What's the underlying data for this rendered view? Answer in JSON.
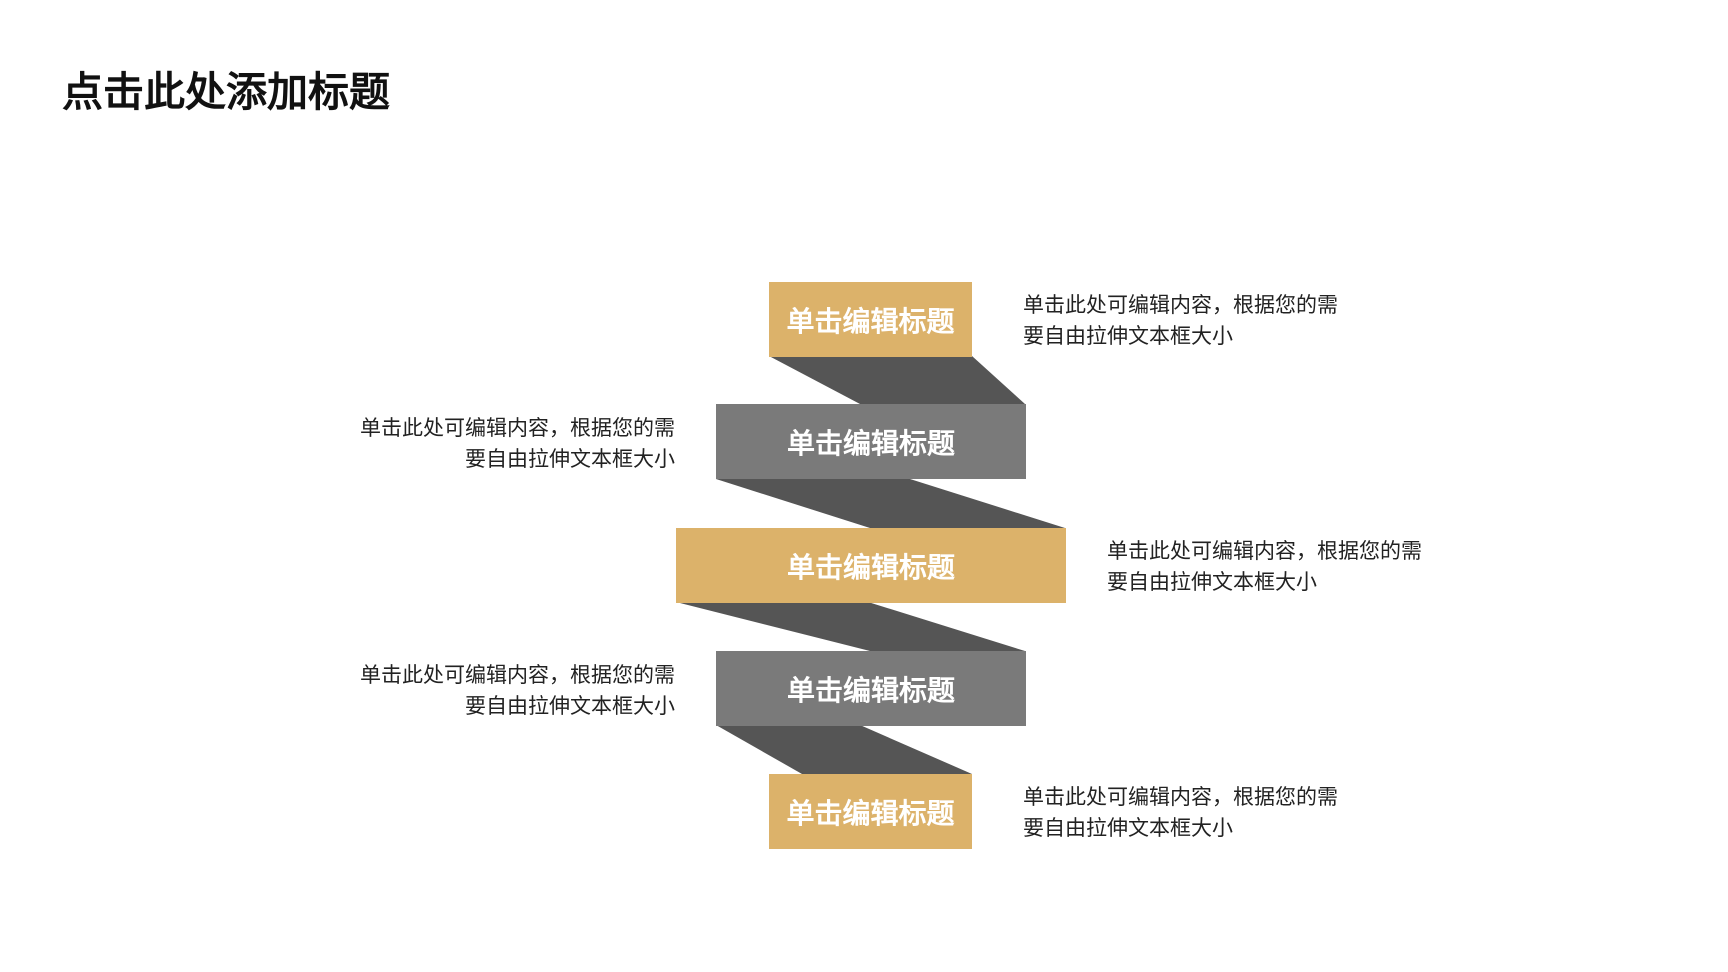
{
  "title": "点击此处添加标题",
  "colors": {
    "accent_gold": "#dcb26a",
    "box_gray": "#7a7a7a",
    "connector_gray": "#555555"
  },
  "steps": [
    {
      "label": "单击编辑标题",
      "style": "gold",
      "desc_side": "right",
      "desc_lines": [
        "单击此处可编辑内容，根据您的需",
        "要自由拉伸文本框大小"
      ]
    },
    {
      "label": "单击编辑标题",
      "style": "gray",
      "desc_side": "left",
      "desc_lines": [
        "单击此处可编辑内容，根据您的需",
        "要自由拉伸文本框大小"
      ]
    },
    {
      "label": "单击编辑标题",
      "style": "gold",
      "desc_side": "right",
      "desc_lines": [
        "单击此处可编辑内容，根据您的需",
        "要自由拉伸文本框大小"
      ]
    },
    {
      "label": "单击编辑标题",
      "style": "gray",
      "desc_side": "left",
      "desc_lines": [
        "单击此处可编辑内容，根据您的需",
        "要自由拉伸文本框大小"
      ]
    },
    {
      "label": "单击编辑标题",
      "style": "gold",
      "desc_side": "right",
      "desc_lines": [
        "单击此处可编辑内容，根据您的需",
        "要自由拉伸文本框大小"
      ]
    }
  ]
}
